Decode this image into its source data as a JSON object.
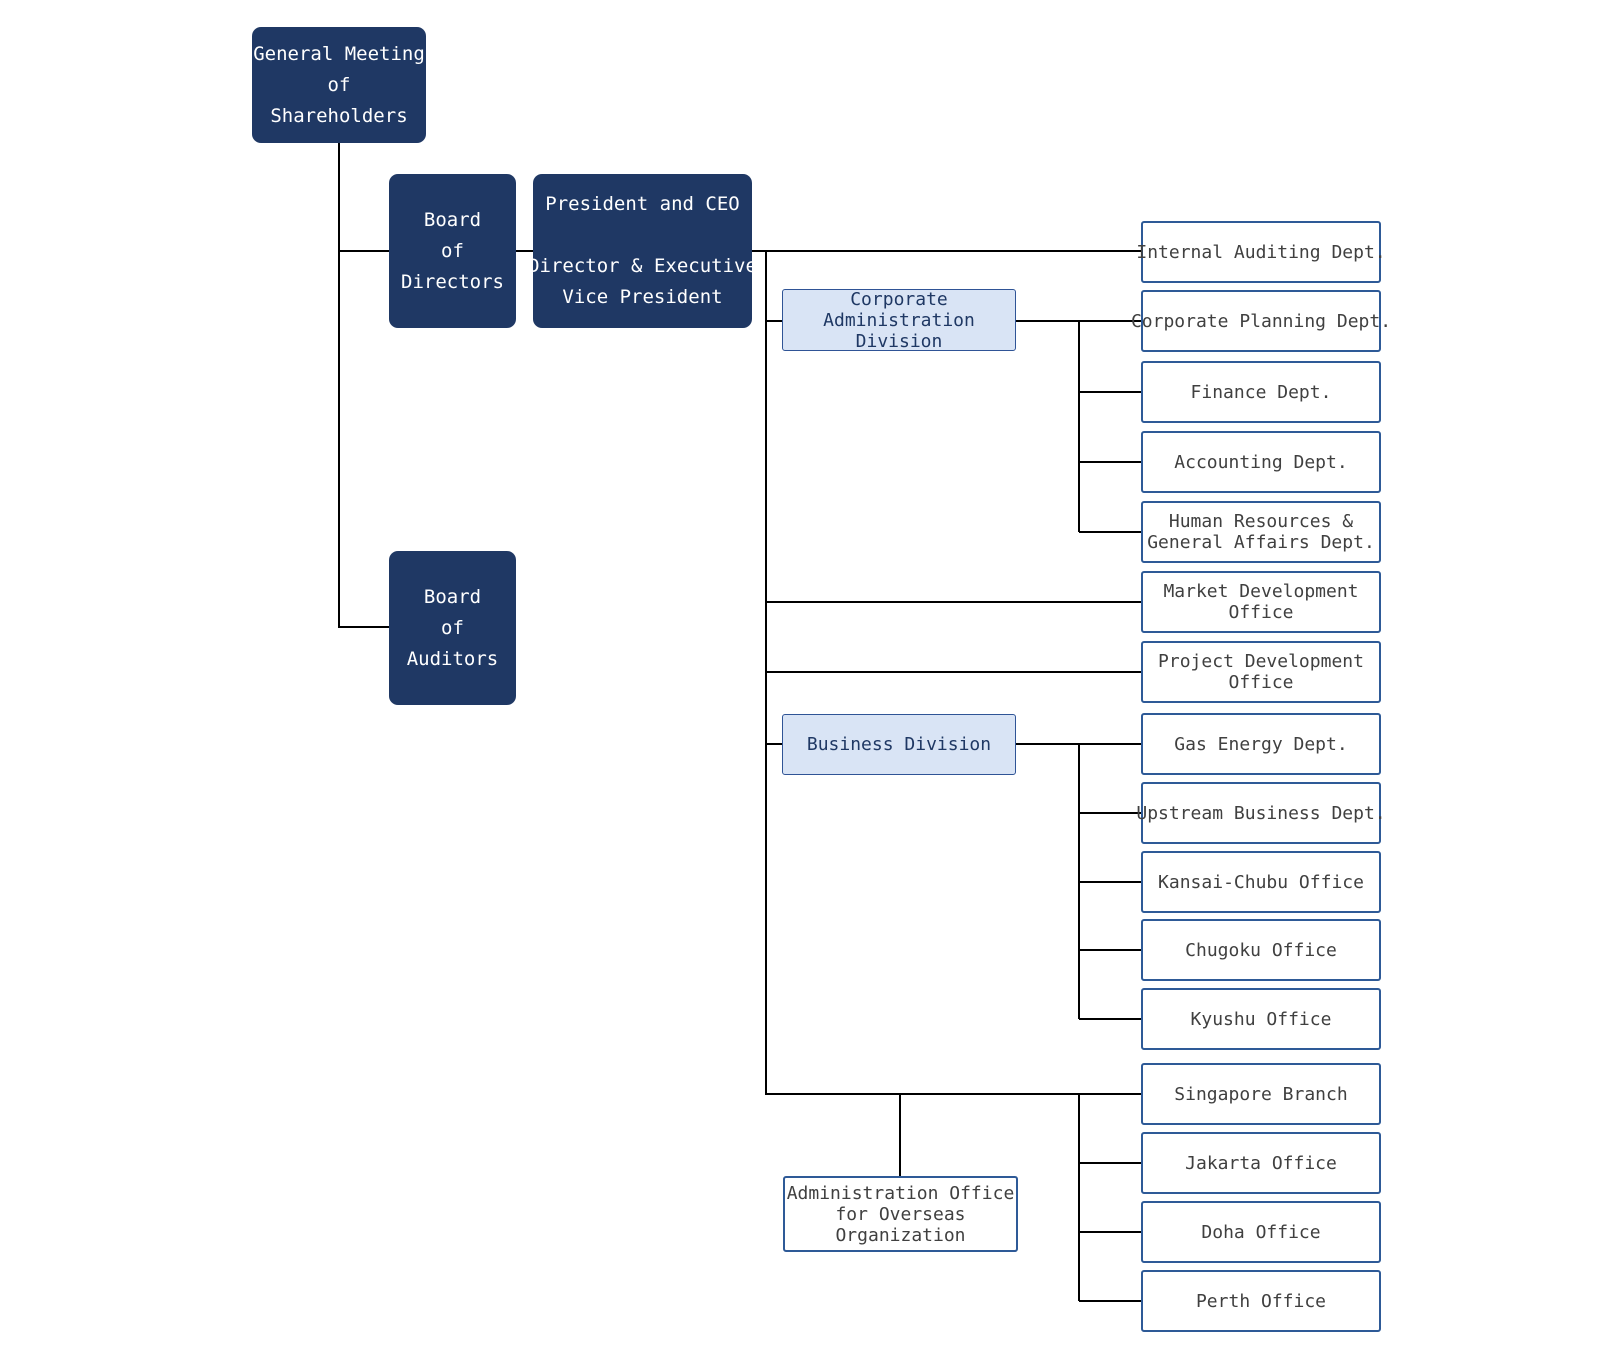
{
  "executives": {
    "shareholders": [
      "General Meeting",
      "of",
      "Shareholders"
    ],
    "board_directors": [
      "Board",
      "of",
      "Directors"
    ],
    "president": [
      "President and CEO",
      "",
      "Director & Executive",
      "Vice President"
    ],
    "board_auditors": [
      "Board",
      "of",
      "Auditors"
    ]
  },
  "divisions": {
    "corporate_admin": [
      "Corporate",
      "Administration",
      "Division"
    ],
    "business": [
      "Business Division"
    ],
    "overseas_admin": [
      "Administration Office",
      "for Overseas",
      "Organization"
    ]
  },
  "departments": {
    "internal_auditing": [
      "Internal Auditing Dept."
    ],
    "corporate_planning": [
      "Corporate Planning Dept."
    ],
    "finance": [
      "Finance Dept."
    ],
    "accounting": [
      "Accounting Dept."
    ],
    "hr_general_affairs": [
      "Human Resources &",
      "General Affairs Dept."
    ],
    "market_development": [
      "Market Development",
      "Office"
    ],
    "project_development": [
      "Project Development",
      "Office"
    ],
    "gas_energy": [
      "Gas Energy Dept."
    ],
    "upstream_business": [
      "Upstream Business Dept."
    ],
    "kansai_chubu": [
      "Kansai-Chubu Office"
    ],
    "chugoku": [
      "Chugoku Office"
    ],
    "kyushu": [
      "Kyushu Office"
    ],
    "singapore": [
      "Singapore Branch"
    ],
    "jakarta": [
      "Jakarta Office"
    ],
    "doha": [
      "Doha Office"
    ],
    "perth": [
      "Perth Office"
    ]
  },
  "colors": {
    "executive_fill": "#1f3864",
    "division_fill": "#d9e4f5",
    "department_border": "#2e5a97",
    "connector": "#000000"
  }
}
